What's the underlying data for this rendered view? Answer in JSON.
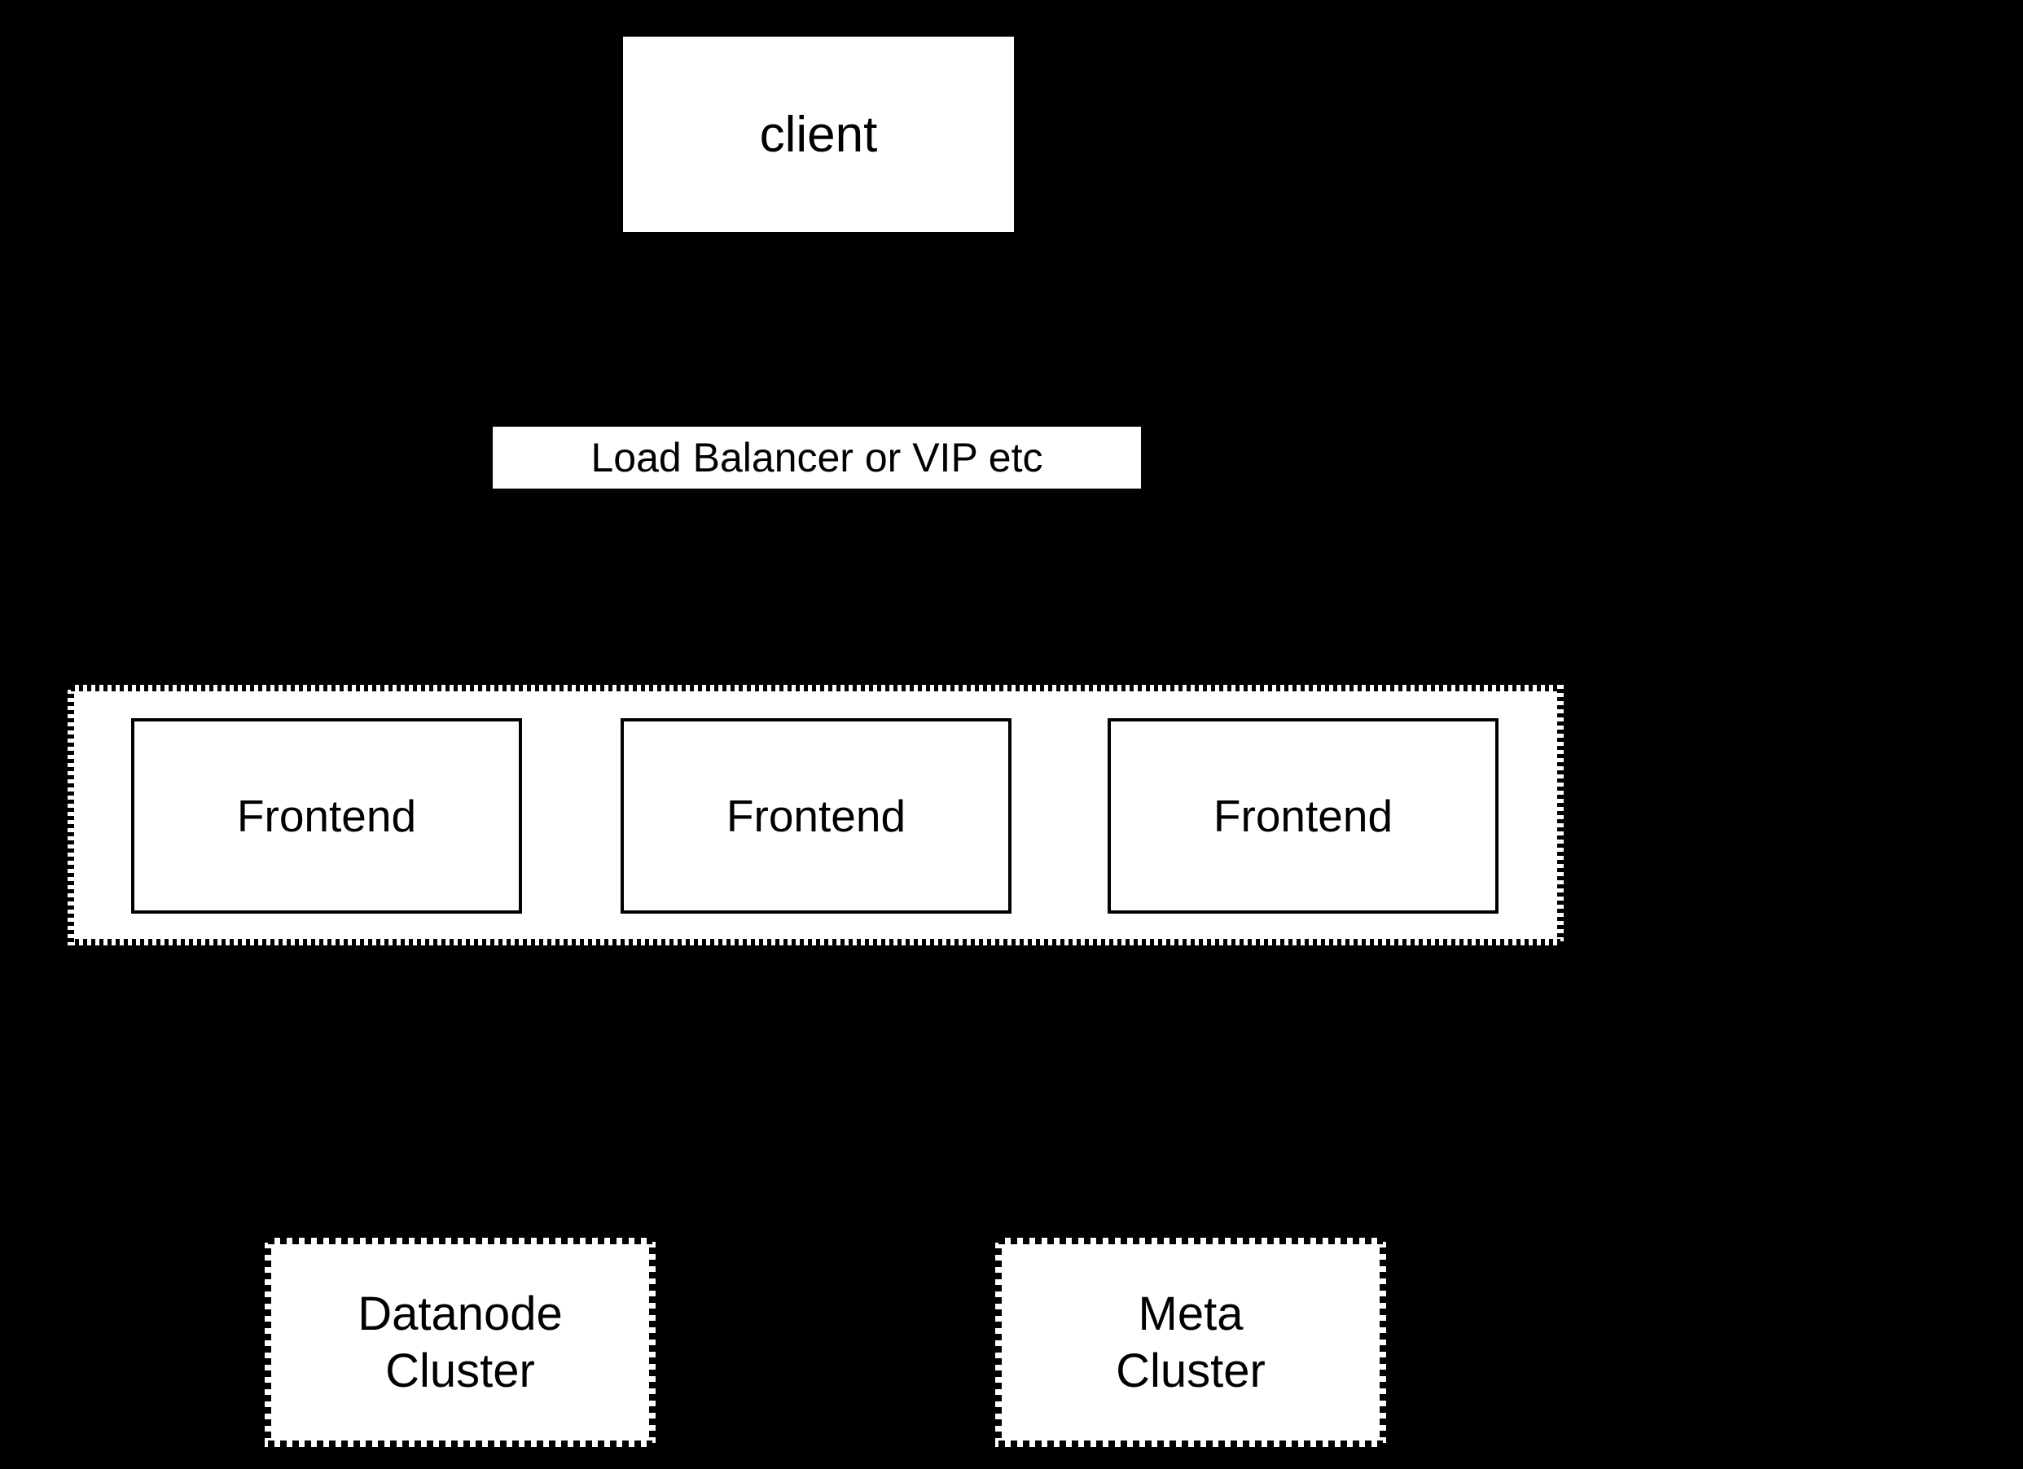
{
  "colors": {
    "background": "#000000",
    "box_fill": "#ffffff",
    "text": "#000000",
    "border": "#000000"
  },
  "nodes": {
    "client": {
      "label": "client"
    },
    "load_balancer": {
      "label": "Load Balancer or VIP etc"
    },
    "frontends": [
      {
        "label": "Frontend"
      },
      {
        "label": "Frontend"
      },
      {
        "label": "Frontend"
      }
    ],
    "clusters": [
      {
        "lines": [
          "Datanode",
          "Cluster"
        ]
      },
      {
        "lines": [
          "Meta",
          "Cluster"
        ]
      }
    ]
  }
}
